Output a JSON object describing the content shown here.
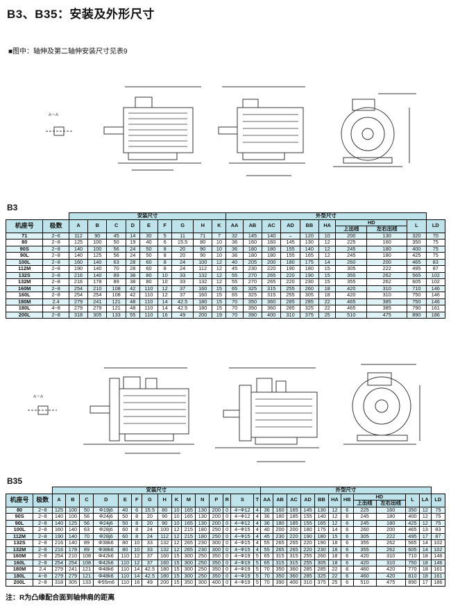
{
  "page": {
    "title": "B3、B35：安装及外形尺寸",
    "note": "■图中：轴伸及第二轴伸安装尺寸见表9",
    "footnote": "注：R为凸缘配合面到轴伸肩的距离"
  },
  "b3": {
    "label": "B3",
    "group_install": "安装尺寸",
    "group_outline": "外型尺寸",
    "headers": [
      "机座号",
      "极数",
      "A",
      "B",
      "C",
      "D",
      "E",
      "F",
      "G",
      "H",
      "K",
      "AA",
      "AB",
      "AC",
      "AD",
      "BB",
      "HA",
      "HD",
      "L",
      "LD"
    ],
    "hd_sub": [
      "上出线",
      "左右出线"
    ],
    "rows": [
      [
        "71",
        "2~6",
        "112",
        "90",
        "45",
        "14",
        "30",
        "5",
        "11",
        "71",
        "7",
        "32",
        "145",
        "140",
        "–",
        "120",
        "10",
        "200",
        "130",
        "320",
        "70"
      ],
      [
        "80",
        "2~8",
        "125",
        "100",
        "50",
        "19",
        "40",
        "6",
        "15.5",
        "80",
        "10",
        "36",
        "160",
        "160",
        "145",
        "130",
        "12",
        "225",
        "160",
        "350",
        "75"
      ],
      [
        "90S",
        "2~8",
        "140",
        "100",
        "56",
        "24",
        "50",
        "8",
        "20",
        "90",
        "10",
        "36",
        "180",
        "180",
        "155",
        "140",
        "12",
        "245",
        "180",
        "400",
        "75"
      ],
      [
        "90L",
        "2~8",
        "140",
        "125",
        "56",
        "24",
        "50",
        "8",
        "20",
        "90",
        "10",
        "36",
        "180",
        "180",
        "155",
        "165",
        "12",
        "245",
        "180",
        "425",
        "75"
      ],
      [
        "100L",
        "2~8",
        "160",
        "140",
        "63",
        "28",
        "60",
        "8",
        "24",
        "100",
        "12",
        "40",
        "205",
        "200",
        "180",
        "175",
        "14",
        "260",
        "200",
        "465",
        "83"
      ],
      [
        "112M",
        "2~8",
        "190",
        "140",
        "70",
        "28",
        "60",
        "8",
        "24",
        "112",
        "12",
        "45",
        "230",
        "220",
        "190",
        "180",
        "15",
        "305",
        "222",
        "495",
        "87"
      ],
      [
        "132S",
        "2~8",
        "216",
        "140",
        "89",
        "38",
        "80",
        "10",
        "33",
        "132",
        "12",
        "55",
        "270",
        "265",
        "220",
        "190",
        "15",
        "355",
        "262",
        "565",
        "102"
      ],
      [
        "132M",
        "2~8",
        "216",
        "178",
        "89",
        "38",
        "80",
        "10",
        "33",
        "132",
        "12",
        "55",
        "270",
        "265",
        "220",
        "230",
        "15",
        "355",
        "262",
        "605",
        "102"
      ],
      [
        "160M",
        "2~8",
        "254",
        "210",
        "108",
        "42",
        "110",
        "12",
        "37",
        "160",
        "15",
        "65",
        "325",
        "315",
        "255",
        "260",
        "18",
        "420",
        "310",
        "710",
        "146"
      ],
      [
        "160L",
        "2~8",
        "254",
        "254",
        "108",
        "42",
        "110",
        "12",
        "37",
        "160",
        "15",
        "65",
        "325",
        "315",
        "255",
        "305",
        "18",
        "420",
        "310",
        "750",
        "146"
      ],
      [
        "180M",
        "2.4",
        "279",
        "241",
        "121",
        "48",
        "110",
        "14",
        "42.5",
        "180",
        "15",
        "70",
        "350",
        "360",
        "285",
        "285",
        "22",
        "465",
        "385",
        "750",
        "146"
      ],
      [
        "180L",
        "4~8",
        "279",
        "279",
        "121",
        "48",
        "110",
        "14",
        "42.5",
        "180",
        "15",
        "70",
        "350",
        "360",
        "285",
        "325",
        "22",
        "465",
        "385",
        "790",
        "161"
      ],
      [
        "200L",
        "2~8",
        "318",
        "305",
        "133",
        "55",
        "110",
        "16",
        "49",
        "200",
        "19",
        "70",
        "390",
        "400",
        "310",
        "375",
        "25",
        "510",
        "475",
        "890",
        "186"
      ]
    ]
  },
  "b35": {
    "label": "B35",
    "group_install": "安装尺寸",
    "group_outline": "外型尺寸",
    "headers": [
      "机座号",
      "极数",
      "A",
      "B",
      "C",
      "D",
      "E",
      "F",
      "G",
      "H",
      "K",
      "M",
      "N",
      "P",
      "R",
      "S",
      "T",
      "AA",
      "AB",
      "AC",
      "AD",
      "BB",
      "HA",
      "HB",
      "HD",
      "L",
      "LA",
      "LD"
    ],
    "hd_sub": [
      "上出线",
      "左右出线"
    ],
    "rows": [
      [
        "80",
        "2~8",
        "125",
        "100",
        "50",
        "Φ19j6",
        "40",
        "6",
        "15.5",
        "80",
        "10",
        "165",
        "130",
        "200",
        "0",
        "4−Φ12",
        "4",
        "36",
        "160",
        "165",
        "145",
        "130",
        "12",
        "6",
        "225",
        "160",
        "350",
        "12",
        "75"
      ],
      [
        "90S",
        "2~8",
        "140",
        "100",
        "56",
        "Φ24j6",
        "50",
        "8",
        "20",
        "90",
        "10",
        "165",
        "130",
        "200",
        "0",
        "4−Φ12",
        "4",
        "36",
        "180",
        "185",
        "155",
        "140",
        "12",
        "6",
        "245",
        "180",
        "400",
        "12",
        "75"
      ],
      [
        "90L",
        "2~8",
        "140",
        "125",
        "56",
        "Φ24j6",
        "50",
        "8",
        "20",
        "90",
        "10",
        "165",
        "130",
        "200",
        "0",
        "4−Φ12",
        "4",
        "36",
        "180",
        "185",
        "155",
        "165",
        "12",
        "6",
        "245",
        "180",
        "425",
        "12",
        "75"
      ],
      [
        "100L",
        "2~8",
        "160",
        "140",
        "63",
        "Φ28j6",
        "60",
        "8",
        "24",
        "100",
        "12",
        "215",
        "180",
        "250",
        "0",
        "4−Φ15",
        "4",
        "40",
        "200",
        "200",
        "180",
        "175",
        "14",
        "6",
        "260",
        "200",
        "465",
        "13",
        "83"
      ],
      [
        "112M",
        "2~8",
        "190",
        "140",
        "70",
        "Φ28j6",
        "60",
        "8",
        "24",
        "112",
        "12",
        "215",
        "180",
        "250",
        "0",
        "4−Φ15",
        "4",
        "45",
        "230",
        "220",
        "190",
        "180",
        "15",
        "6",
        "305",
        "222",
        "495",
        "17",
        "87"
      ],
      [
        "132S",
        "2~8",
        "216",
        "140",
        "89",
        "Φ38k6",
        "80",
        "10",
        "33",
        "132",
        "12",
        "265",
        "230",
        "300",
        "0",
        "4−Φ15",
        "4",
        "55",
        "265",
        "265",
        "220",
        "190",
        "18",
        "6",
        "355",
        "262",
        "565",
        "14",
        "102"
      ],
      [
        "132M",
        "2~8",
        "216",
        "178",
        "89",
        "Φ38k6",
        "80",
        "10",
        "33",
        "132",
        "12",
        "265",
        "230",
        "300",
        "0",
        "4−Φ15",
        "4",
        "55",
        "265",
        "265",
        "220",
        "230",
        "18",
        "6",
        "355",
        "262",
        "605",
        "14",
        "102"
      ],
      [
        "160M",
        "2~8",
        "254",
        "210",
        "108",
        "Φ42k6",
        "110",
        "12",
        "37",
        "160",
        "15",
        "300",
        "250",
        "350",
        "0",
        "4−Φ19",
        "5",
        "65",
        "315",
        "315",
        "255",
        "260",
        "18",
        "6",
        "420",
        "310",
        "710",
        "18",
        "146"
      ],
      [
        "160L",
        "2~8",
        "254",
        "254",
        "108",
        "Φ42k6",
        "110",
        "12",
        "37",
        "160",
        "15",
        "300",
        "250",
        "350",
        "0",
        "4−Φ19",
        "5",
        "65",
        "315",
        "315",
        "255",
        "305",
        "18",
        "6",
        "420",
        "310",
        "750",
        "18",
        "146"
      ],
      [
        "180M",
        "2.4",
        "279",
        "241",
        "121",
        "Φ48k6",
        "110",
        "14",
        "42.5",
        "180",
        "15",
        "300",
        "250",
        "350",
        "0",
        "4−Φ19",
        "5",
        "70",
        "350",
        "360",
        "285",
        "285",
        "22",
        "6",
        "460",
        "420",
        "770",
        "18",
        "161"
      ],
      [
        "180L",
        "4~8",
        "279",
        "279",
        "121",
        "Φ48k6",
        "110",
        "14",
        "42.5",
        "180",
        "15",
        "300",
        "250",
        "350",
        "0",
        "4−Φ19",
        "5",
        "70",
        "350",
        "360",
        "285",
        "325",
        "22",
        "6",
        "460",
        "420",
        "810",
        "18",
        "161"
      ],
      [
        "200L",
        "2~8",
        "318",
        "305",
        "133",
        "Φ55m6",
        "110",
        "16",
        "49",
        "200",
        "15",
        "350",
        "300",
        "400",
        "0",
        "4−Φ19",
        "5",
        "70",
        "390",
        "400",
        "310",
        "375",
        "25",
        "6",
        "510",
        "475",
        "890",
        "17",
        "186"
      ]
    ]
  }
}
